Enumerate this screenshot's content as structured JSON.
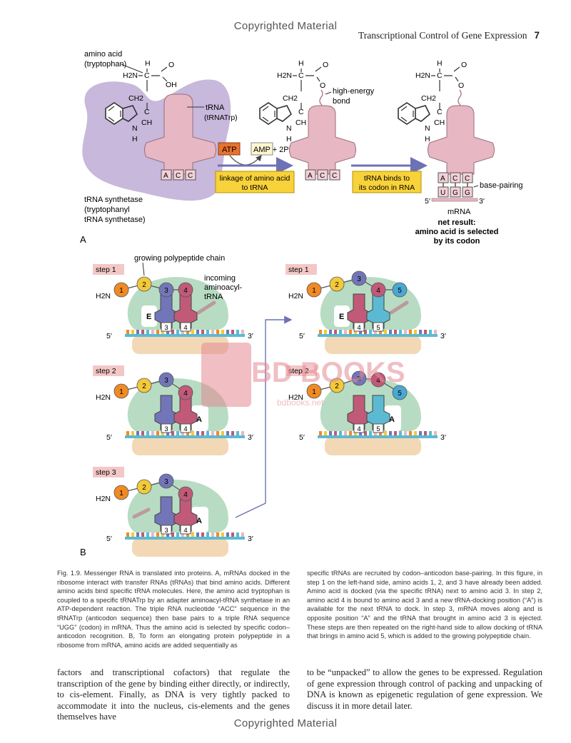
{
  "watermark": {
    "top": "Copyrighted Material",
    "bottom": "Copyrighted Material",
    "logo_name": "BD BOOKS",
    "logo_url": "bdbooks.net"
  },
  "running_head": {
    "title": "Transcriptional Control of Gene Expression",
    "page": "7"
  },
  "panel_a": {
    "label": "A",
    "amino_acid_label": [
      "amino acid",
      "(tryptophan)"
    ],
    "trna_label": [
      "tRNA",
      "(tRNATrp)"
    ],
    "synthetase_label": [
      "tRNA synthetase",
      "(tryptophanyl",
      "tRNA synthetase)"
    ],
    "atp": "ATP",
    "amp": "AMP + 2Pi",
    "box1": [
      "linkage of amino acid",
      "to tRNA"
    ],
    "box2": [
      "tRNA binds to",
      "its codon in RNA"
    ],
    "bond_label": [
      "high-energy",
      "bond"
    ],
    "base_pairing": "base-pairing",
    "mrna": "mRNA",
    "anticodon": [
      "A",
      "C",
      "C"
    ],
    "codon": [
      "U",
      "G",
      "G"
    ],
    "prime5": "5′",
    "prime3": "3′",
    "net_result": [
      "net result:",
      "amino acid is selected",
      "by its codon"
    ],
    "chem": {
      "H": "H",
      "H2N": "H2N",
      "C": "C",
      "O": "O",
      "OH": "OH",
      "CH2": "CH2",
      "CH": "CH",
      "N": "N"
    }
  },
  "panel_b": {
    "label": "B",
    "step1": "step 1",
    "step2": "step 2",
    "step3": "step 3",
    "growing_chain": "growing polypeptide chain",
    "incoming": [
      "incoming",
      "aminoacyl-",
      "tRNA"
    ],
    "E": "E",
    "A": "A",
    "H2N": "H2N",
    "prime5": "5′",
    "prime3": "3′"
  },
  "caption": {
    "left": "Fig. 1.9. Messenger RNA is translated into proteins. A, mRNAs docked in the ribosome interact with transfer RNAs (tRNAs) that bind amino acids. Different amino acids bind specific tRNA molecules. Here, the amino acid tryptophan is coupled to a specific tRNATrp by an adapter aminoacyl-tRNA synthetase in an ATP-dependent reaction. The triple RNA nucleotide “ACC” sequence in the tRNATrp (anticodon sequence) then base pairs to a triple RNA sequence “UGG” (codon) in mRNA. Thus the amino acid is selected by specific codon–anticodon recognition. B, To form an elongating protein polypeptide in a ribosome from mRNA, amino acids are added sequentially as",
    "right": "specific tRNAs are recruited by codon–anticodon base-pairing. In this figure, in step 1 on the left-hand side, amino acids 1, 2, and 3 have already been added. Amino acid is docked (via the specific tRNA) next to amino acid 3. In step 2, amino acid 4 is bound to amino acid 3 and a new tRNA-docking position (“A”) is available for the next tRNA to dock. In step 3, mRNA moves along and is opposite position “A” and the tRNA that brought in amino acid 3 is ejected. These steps are then repeated on the right-hand side to allow docking of tRNA that brings in amino acid 5, which is added to the growing polypeptide chain."
  },
  "body": {
    "left": "factors and transcriptional cofactors) that regulate the transcription of the gene by binding either directly, or indirectly, to cis-element. Finally, as DNA is very tightly packed to accommodate it into the nucleus, cis-elements and the genes themselves have",
    "right": "to be “unpacked” to allow the genes to be expressed. Regulation of gene expression through control of packing and unpacking of DNA is known as epigenetic regulation of gene expression. We discuss it in more detail later."
  },
  "colors": {
    "synthetase": "#c7b8dc",
    "trna": "#e7b7c3",
    "trna_stroke": "#9a6d7b",
    "box": "#f8d23a",
    "atp": "#e8722e",
    "ribosome_top": "#b7dcc3",
    "ribosome_bot": "#f2d8b5",
    "mrna": "#5bbad2",
    "aa1": "#f08a24",
    "aa2": "#f3c93a",
    "aa3": "#7276b8",
    "aa4": "#c05a78",
    "aa5": "#4aa8d2",
    "arrow": "#6c72b5"
  }
}
